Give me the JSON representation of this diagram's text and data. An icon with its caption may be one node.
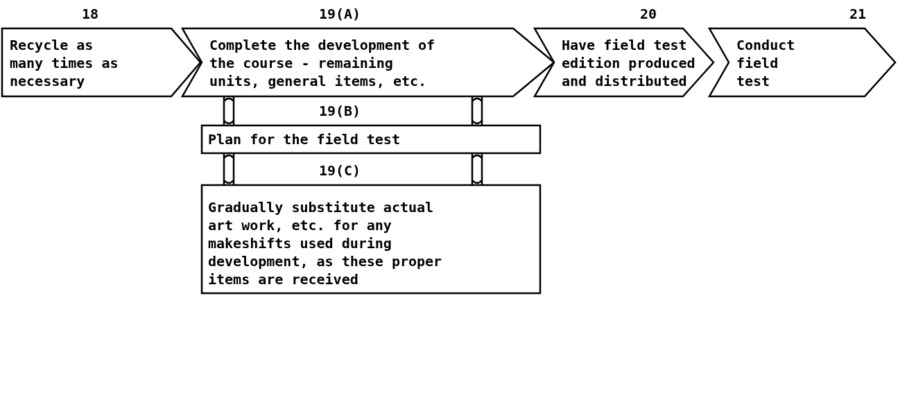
{
  "diagram": {
    "nodes": [
      {
        "text": [
          "Recycle as many times as necessary"
        ],
        "beside": [
          "18"
        ]
      },
      {
        "text": [
          "Complete the development of the course - remaining units, general items, etc."
        ],
        "beside": [
          "19(A)"
        ]
      },
      {
        "text": [
          "Have field test edition produced and distributed"
        ],
        "beside": [
          "20"
        ]
      },
      {
        "text": [
          "Conduct field test"
        ],
        "beside": [
          "21"
        ]
      },
      {
        "text": [
          "Plan for the field test"
        ],
        "beside": [
          "19(B)"
        ]
      },
      {
        "text": [
          "Gradually substitute actual art work, etc. for any makeshifts used during development, as these proper items are received"
        ],
        "beside": [
          "19(C)"
        ]
      }
    ],
    "edges": [
      {
        "from": 1,
        "to": 4,
        "arrow": "none"
      },
      {
        "from": 1,
        "to": 4,
        "arrow": "none"
      },
      {
        "from": 4,
        "to": 5,
        "arrow": "none"
      },
      {
        "from": 4,
        "to": 5,
        "arrow": "none"
      }
    ]
  }
}
